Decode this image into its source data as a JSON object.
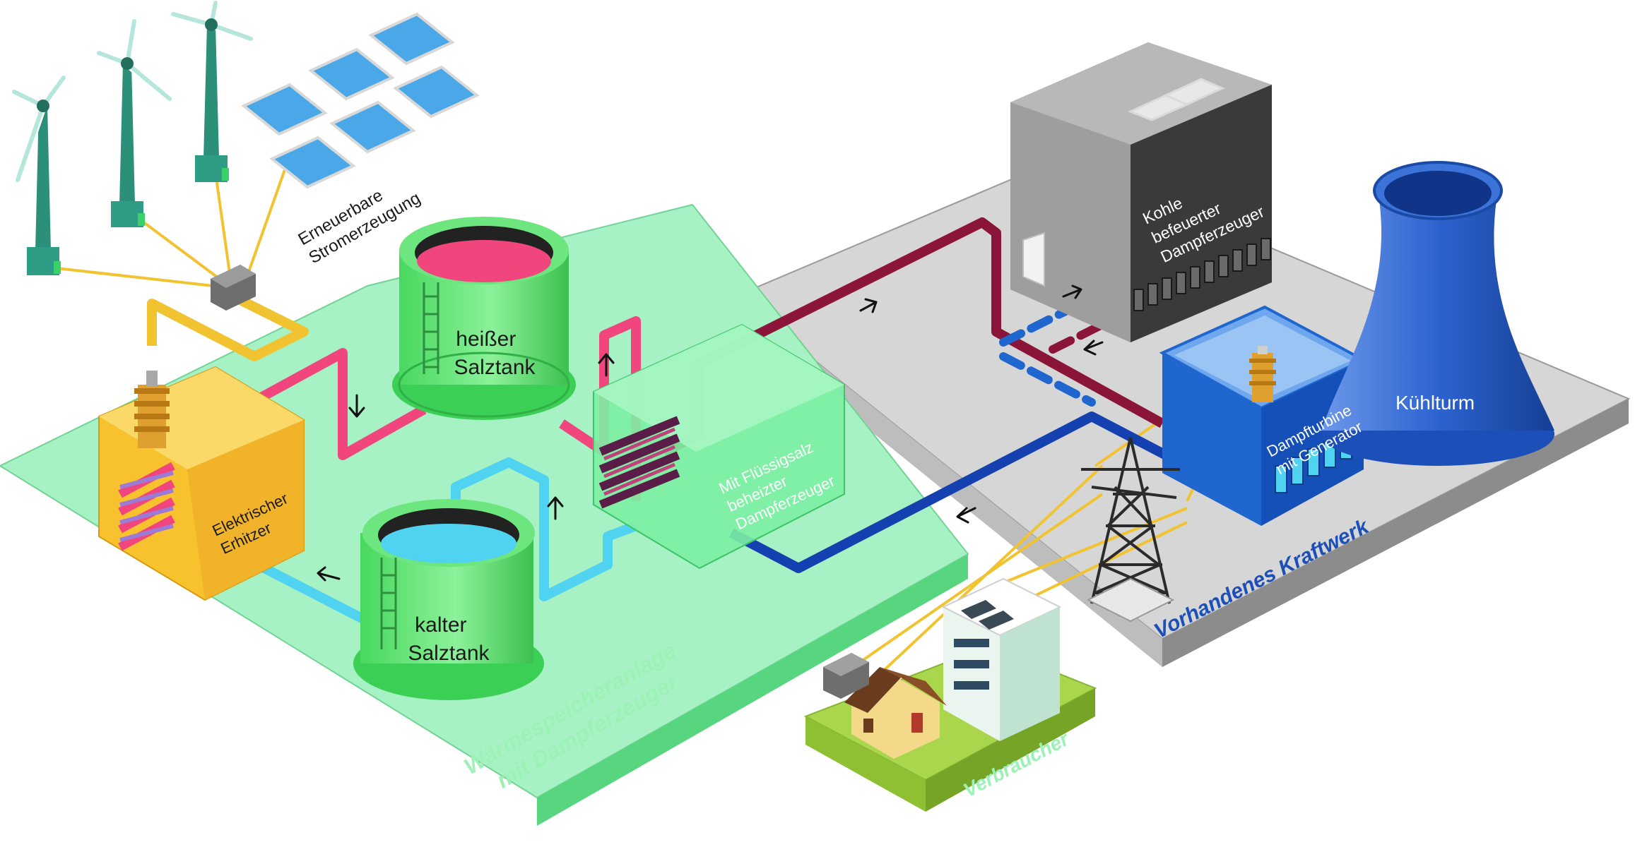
{
  "regions": {
    "storage": {
      "line1": "Wärmespeicheranlage",
      "line2": "mit Dampferzeuger"
    },
    "plant": {
      "label": "Vorhandenes Kraftwerk"
    },
    "consumer": {
      "label": "Verbraucher"
    }
  },
  "components": {
    "renewables": {
      "line1": "Erneuerbare",
      "line2": "Stromerzeugung"
    },
    "hot_tank": {
      "line1": "heißer",
      "line2": "Salztank"
    },
    "cold_tank": {
      "line1": "kalter",
      "line2": "Salztank"
    },
    "heater": {
      "line1": "Elektrischer",
      "line2": "Erhitzer"
    },
    "salt_steam_gen": {
      "line1": "Mit Flüssigsalz",
      "line2": "beheizter",
      "line3": "Dampferzeuger"
    },
    "coal_boiler": {
      "line1": "Kohle",
      "line2": "befeuerter",
      "line3": "Dampferzeuger"
    },
    "turbine": {
      "line1": "Dampfturbine",
      "line2": "mit Generator"
    },
    "cooling_tower": {
      "label": "Kühlturm"
    }
  },
  "colors": {
    "storage_platform": "#9ff0c0",
    "plant_platform": "#d9d9d9",
    "hot_salt": "#f0457d",
    "cold_salt": "#4fd3f0",
    "steam": "#8b1538",
    "water": "#1541b0",
    "electric": "#f2c330",
    "turbine": "#1f66cf",
    "cooling_tower": "#2a62cc"
  }
}
